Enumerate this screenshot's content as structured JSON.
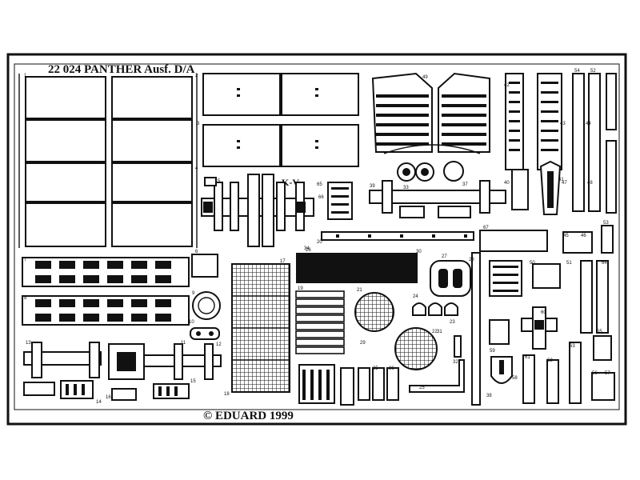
{
  "sheet": {
    "title": "22 024  PANTHER  Ausf. D/A",
    "copyright": "© EDUARD 1999",
    "marking": "K-V",
    "colors": {
      "metal": "#ffffff",
      "etch": "#111111",
      "background": "#ffffff"
    }
  },
  "part_numbers": [
    "1",
    "2",
    "3",
    "4",
    "5",
    "6",
    "7",
    "8",
    "9",
    "10",
    "11",
    "12",
    "13",
    "14",
    "15",
    "16",
    "17",
    "18",
    "19",
    "20",
    "21",
    "22",
    "23",
    "24",
    "25",
    "26",
    "27",
    "28",
    "29",
    "30",
    "31",
    "32",
    "33",
    "34",
    "35",
    "36",
    "37",
    "38",
    "39",
    "40",
    "41",
    "42",
    "43",
    "44",
    "45",
    "46",
    "47",
    "48",
    "49",
    "50",
    "51",
    "52",
    "53",
    "54",
    "55",
    "56",
    "57",
    "58",
    "59",
    "60",
    "61",
    "62",
    "63",
    "64",
    "65",
    "66",
    "67"
  ]
}
